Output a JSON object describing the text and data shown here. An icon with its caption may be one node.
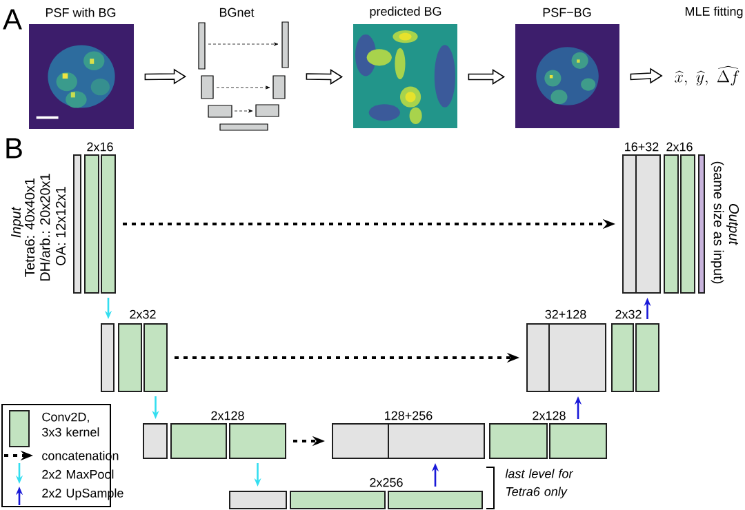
{
  "diagram": {
    "nodes": [
      {
        "text": [
          "PSF with BG"
        ]
      },
      {
        "text": [
          "BGnet"
        ]
      },
      {
        "text": [
          "predicted BG"
        ]
      },
      {
        "text": [
          "PSF−BG"
        ]
      },
      {
        "text": [
          "MLE fitting",
          "\\widehat{x},\\ \\widehat{y},\\ \\widehat{\\Delta f}"
        ]
      },
      {
        "text": [],
        "shape": "box",
        "beside": [
          "Input",
          "Tetra6: 40x40x1",
          "DH/arb.: 20x20x1",
          "OA: 12x12x1"
        ]
      },
      {
        "text": [],
        "shape": "box"
      },
      {
        "text": [],
        "shape": "box"
      },
      {
        "text": [],
        "shape": "box"
      },
      {
        "text": [],
        "shape": "box"
      },
      {
        "text": [],
        "shape": "box"
      },
      {
        "text": [],
        "shape": "box",
        "beside": [
          "Output",
          "(same size as input)"
        ]
      },
      {
        "text": [],
        "shape": "box"
      },
      {
        "text": [],
        "shape": "box"
      },
      {
        "text": [],
        "shape": "box"
      },
      {
        "text": [],
        "shape": "box"
      },
      {
        "text": [],
        "shape": "box"
      },
      {
        "text": [],
        "shape": "box"
      },
      {
        "text": [],
        "shape": "box"
      },
      {
        "text": [],
        "shape": "box"
      },
      {
        "text": [],
        "shape": "box"
      },
      {
        "text": [],
        "shape": "box"
      },
      {
        "text": [],
        "shape": "box"
      },
      {
        "text": [],
        "shape": "box"
      },
      {
        "text": [],
        "shape": "box"
      },
      {
        "text": [],
        "shape": "box"
      },
      {
        "text": [],
        "shape": "box"
      }
    ],
    "edges": [
      {
        "from": 0,
        "to": 1,
        "arrow": "to"
      },
      {
        "from": 1,
        "to": 2,
        "arrow": "to"
      },
      {
        "from": 2,
        "to": 3,
        "arrow": "to"
      },
      {
        "from": 3,
        "to": 4,
        "arrow": "to"
      },
      {
        "from": 7,
        "to": 8,
        "arrow": "to",
        "style": "dashed"
      },
      {
        "from": 14,
        "to": 15,
        "arrow": "to",
        "style": "dashed"
      },
      {
        "from": 20,
        "to": 21,
        "arrow": "to",
        "style": "dashed"
      },
      {
        "from": 7,
        "to": 12,
        "arrow": "to",
        "color": "#33def0"
      },
      {
        "from": 14,
        "to": 18,
        "arrow": "to",
        "color": "#33def0"
      },
      {
        "from": 20,
        "to": 24,
        "arrow": "to",
        "color": "#33def0"
      },
      {
        "from": 26,
        "to": 21,
        "arrow": "to",
        "color": "#1818d8"
      },
      {
        "from": 23,
        "to": 15,
        "arrow": "to",
        "color": "#1818d8"
      },
      {
        "from": 17,
        "to": 8,
        "arrow": "to",
        "color": "#1818d8"
      }
    ],
    "labels": [
      "A",
      "B",
      "2x16",
      "16+32",
      "2x16",
      "2x32",
      "32+128",
      "2x32",
      "2x128",
      "128+256",
      "2x128",
      "2x256",
      "last level for Tetra6 only"
    ],
    "legend": [
      {
        "text": "Conv2D, 3x3 kernel",
        "color": "#c2e3c0"
      },
      {
        "text": "concatenation"
      },
      {
        "text": "2x2 MaxPool"
      },
      {
        "text": "2x2 UpSample"
      }
    ]
  }
}
